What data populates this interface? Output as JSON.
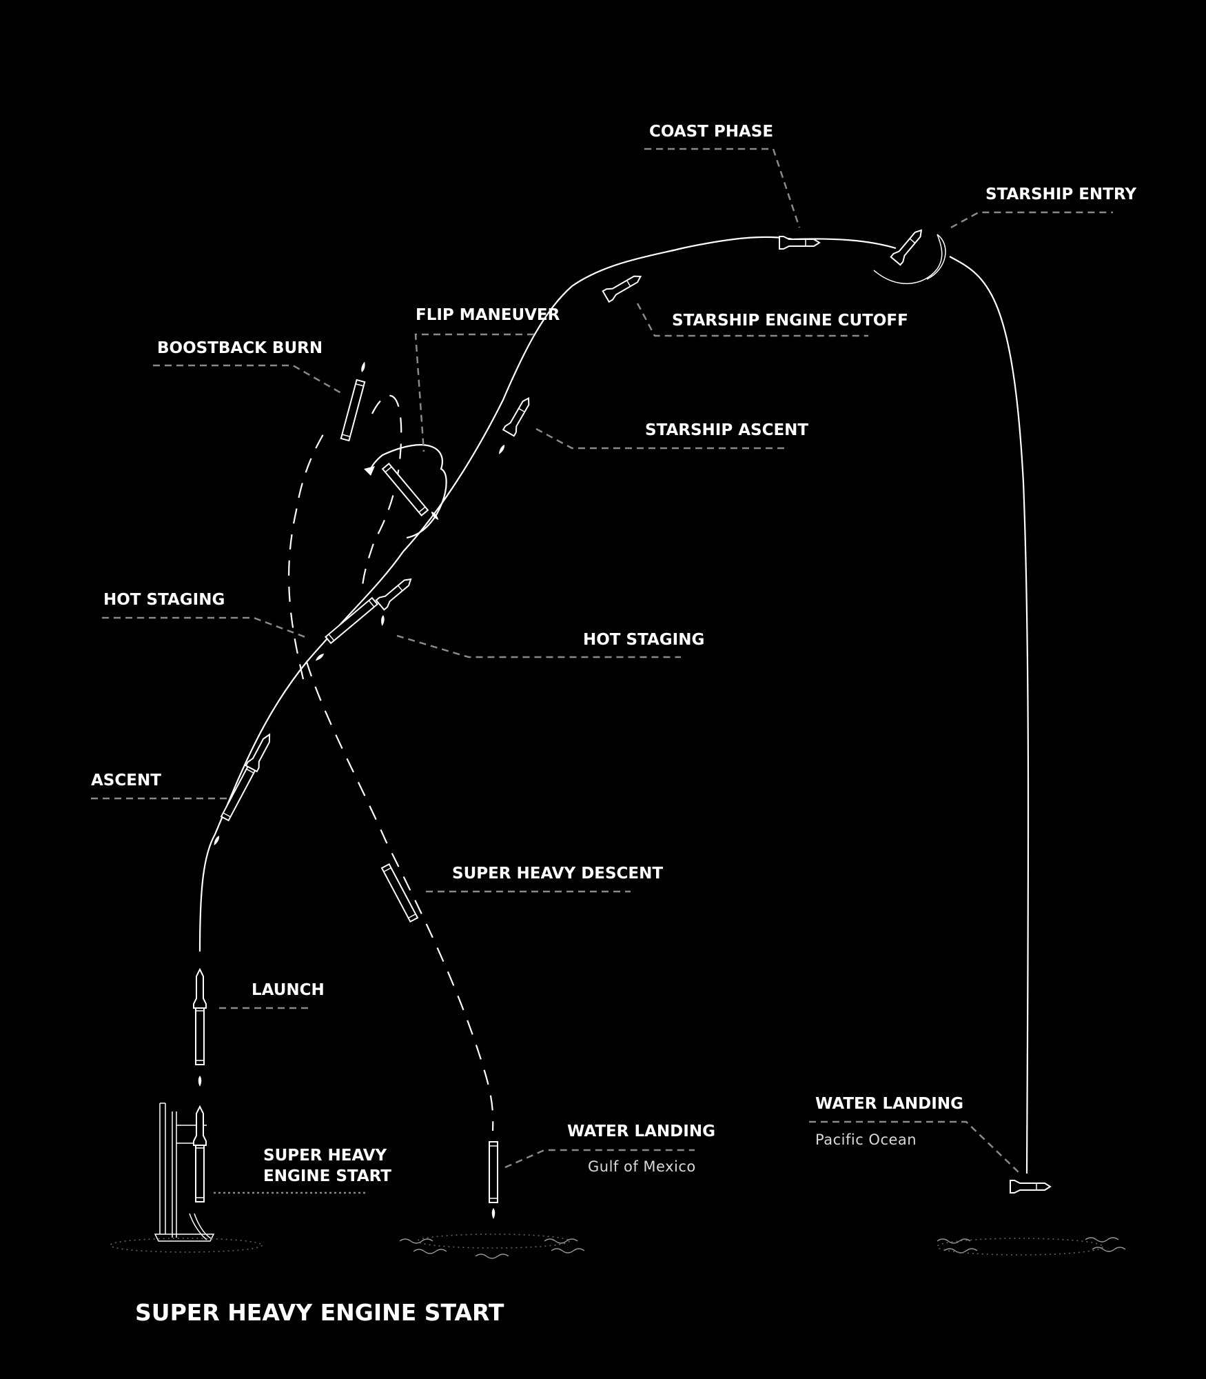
{
  "labels": {
    "coast_phase": "COAST PHASE",
    "starship_entry": "STARSHIP ENTRY",
    "flip_maneuver": "FLIP MANEUVER",
    "starship_engine_cutoff": "STARSHIP ENGINE CUTOFF",
    "boostback_burn": "BOOSTBACK BURN",
    "starship_ascent": "STARSHIP ASCENT",
    "hot_staging_left": "HOT STAGING",
    "hot_staging_right": "HOT STAGING",
    "ascent": "ASCENT",
    "super_heavy_descent": "SUPER HEAVY DESCENT",
    "launch": "LAUNCH",
    "water_landing_gulf": "WATER LANDING",
    "gulf_of_mexico": "Gulf of Mexico",
    "water_landing_pacific": "WATER LANDING",
    "pacific_ocean": "Pacific Ocean",
    "engine_start_line1": "SUPER HEAVY",
    "engine_start_line2": "ENGINE START"
  },
  "caption": "SUPER HEAVY ENGINE START",
  "colors": {
    "background": "#000000",
    "trajectory": "#ffffff",
    "leader_lines": "#8a8a8a"
  }
}
